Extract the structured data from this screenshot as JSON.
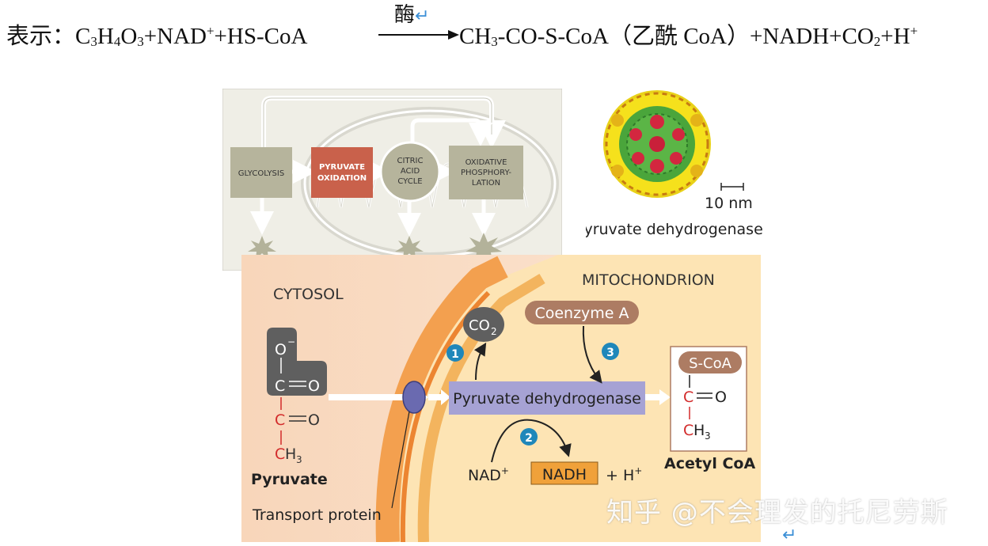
{
  "equation": {
    "prefix": "表示：",
    "lhs_parts": [
      "C",
      "3",
      "H",
      "4",
      "O",
      "3",
      "+NAD",
      "+",
      "+HS-CoA"
    ],
    "enzyme": "酶",
    "rhs_parts": [
      "CH",
      "3",
      "-CO-S-CoA（乙酰 CoA）+NADH+CO",
      "2",
      "+H",
      "+"
    ],
    "return_mark": "↵"
  },
  "overview": {
    "glycolysis": "GLYCOLYSIS",
    "pyruvate_oxidation": [
      "PYRUVATE",
      "OXIDATION"
    ],
    "citric_acid_cycle": [
      "CITRIC",
      "ACID",
      "CYCLE"
    ],
    "oxidative_phosphorylation": [
      "OXIDATIVE",
      "PHOSPHORY-",
      "LATION"
    ]
  },
  "micrograph": {
    "scale_label": "10 nm",
    "caption": "Pyruvate dehydrogenase"
  },
  "detail": {
    "cytosol": "CYTOSOL",
    "mitochondrion": "MITOCHONDRION",
    "pyruvate_label": "Pyruvate",
    "transport_protein": "Transport protein",
    "enzyme_label": "Pyruvate dehydrogenase",
    "co2": [
      "CO",
      "2"
    ],
    "coenzyme_a": "Coenzyme A",
    "nad": [
      "NAD",
      "+"
    ],
    "nadh": "NADH",
    "h_plus": [
      "+ H",
      "+"
    ],
    "acetyl_coa": "Acetyl CoA",
    "s_coa": "S-CoA",
    "step_numbers": [
      "1",
      "2",
      "3"
    ],
    "pyruvate_atoms": {
      "o_minus": [
        "O",
        "−"
      ],
      "c1": "C",
      "o1": "O",
      "c2": "C",
      "o2": "O",
      "c3": "C",
      "h3": [
        "H",
        "3"
      ]
    },
    "acetyl_atoms": {
      "c1": "C",
      "o1": "O",
      "c2": "C",
      "h3": [
        "H",
        "3"
      ]
    }
  },
  "watermark": "知乎 @不会理发的托尼劳斯",
  "colors": {
    "panel_gray": "#efeee6",
    "box_gray": "#b6b49c",
    "box_red": "#c9614b",
    "cytosol": "#f7d2b4",
    "mitochondrion": "#fde4b4",
    "membrane": "#ee8a33",
    "enzyme_box": "#a6a2d4",
    "coenzyme": "#ad7c63",
    "nadh_box": "#f0a13a",
    "step_circle": "#1f87ba",
    "carbon_red": "#d22b2b"
  }
}
